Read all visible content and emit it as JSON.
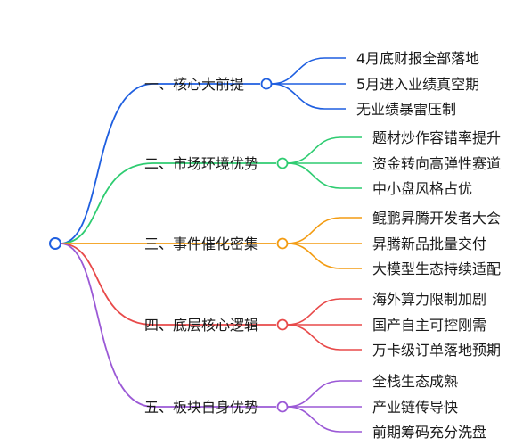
{
  "mindmap": {
    "branches": [
      {
        "label": "一、核心大前提",
        "color": "#1f5fe0",
        "children": [
          "4月底财报全部落地",
          "5月进入业绩真空期",
          "无业绩暴雷压制"
        ]
      },
      {
        "label": "二、市场环境优势",
        "color": "#2ecc71",
        "children": [
          "题材炒作容错率提升",
          "资金转向高弹性赛道",
          "中小盘风格占优"
        ]
      },
      {
        "label": "三、事件催化密集",
        "color": "#f39c12",
        "children": [
          "鲲鹏昇腾开发者大会",
          "昇腾新品批量交付",
          "大模型生态持续适配"
        ]
      },
      {
        "label": "四、底层核心逻辑",
        "color": "#e84a4a",
        "children": [
          "海外算力限制加剧",
          "国产自主可控刚需",
          "万卡级订单落地预期"
        ]
      },
      {
        "label": "五、板块自身优势",
        "color": "#9b59d6",
        "children": [
          "全栈生态成熟",
          "产业链传导快",
          "前期筹码充分洗盘"
        ]
      }
    ],
    "root_color": "#1f5fe0"
  }
}
